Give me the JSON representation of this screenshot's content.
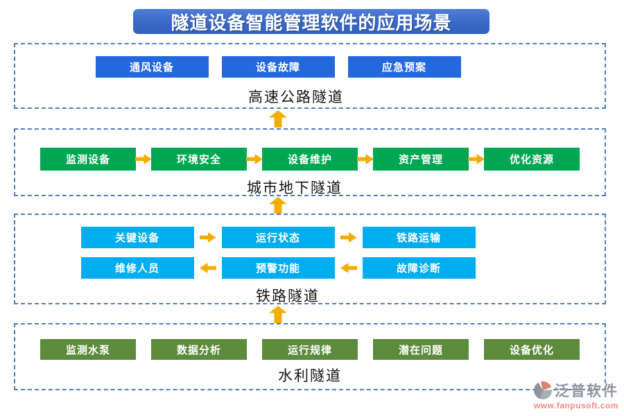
{
  "title": "隧道设备智能管理软件的应用场景",
  "sections": {
    "highway": {
      "label": "高速公路隧道",
      "items": [
        "通风设备",
        "设备故障",
        "应急预案"
      ]
    },
    "urban": {
      "label": "城市地下隧道",
      "items": [
        "监测设备",
        "环境安全",
        "设备维护",
        "资产管理",
        "优化资源"
      ],
      "flow_direction": "right"
    },
    "railway": {
      "label": "铁路隧道",
      "row1": [
        "关键设备",
        "运行状态",
        "铁路运输"
      ],
      "row1_flow_direction": "right",
      "row2": [
        "维修人员",
        "预警功能",
        "故障诊断"
      ],
      "row2_flow_direction": "left"
    },
    "water": {
      "label": "水利隧道",
      "items": [
        "监测水泵",
        "数据分析",
        "运行规律",
        "潜在问题",
        "设备优化"
      ]
    }
  },
  "footer": {
    "brand": "泛普软件",
    "url": "www.fanpusoft.com"
  },
  "colors": {
    "title_bg": "#3a68c6",
    "highway_button": "#2368dc",
    "urban_button": "#00a651",
    "railway_button": "#00adef",
    "water_button": "#5c8b3b",
    "arrow": "#f2ae00",
    "zone_border": "#4d7cc0",
    "brand_text": "#8f95a0",
    "brand_url": "#ee8a7a"
  }
}
